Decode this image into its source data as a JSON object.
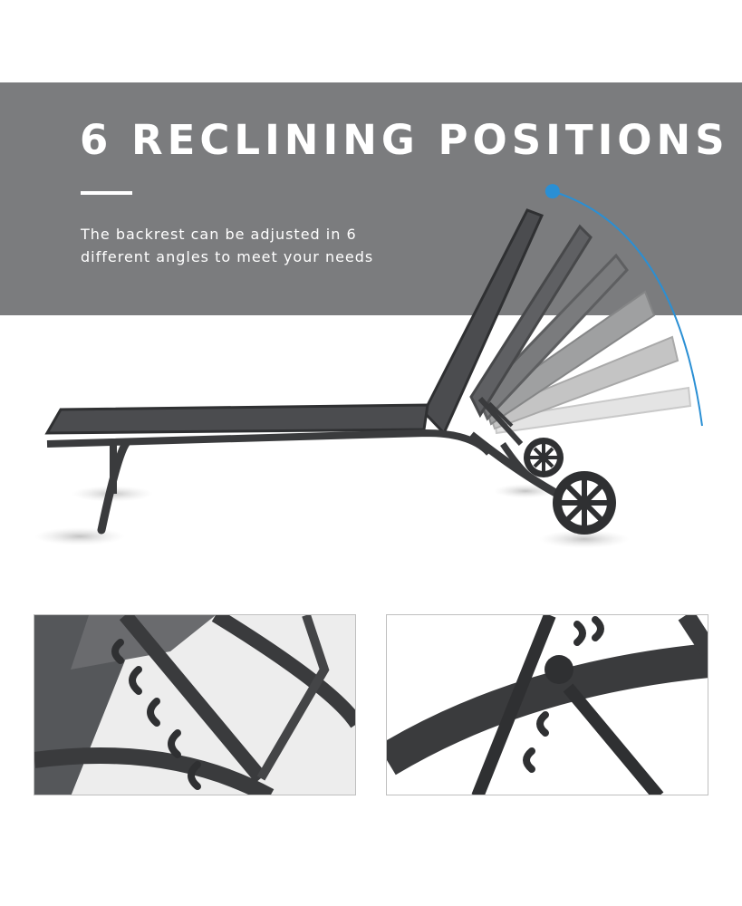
{
  "headline": "6 RECLINING POSITIONS",
  "description": {
    "line1": "The backrest can be adjusted in 6",
    "line2": "different angles to meet your needs"
  },
  "colors": {
    "banner": "#7b7c7e",
    "frame": "#3a3b3d",
    "fabric": "#4b4c4f",
    "arrow": "#2a8fd4"
  },
  "recline_positions": 6
}
